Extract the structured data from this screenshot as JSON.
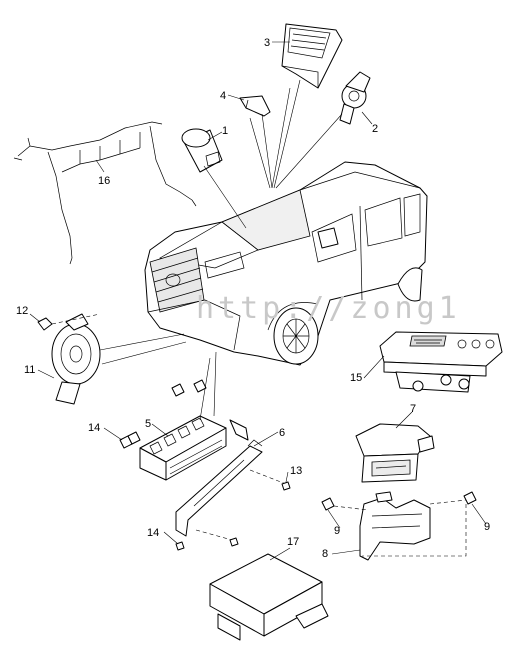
{
  "callouts": [
    "1",
    "2",
    "3",
    "4",
    "5",
    "6",
    "7",
    "8",
    "9",
    "9",
    "11",
    "12",
    "13",
    "14",
    "14",
    "15",
    "16",
    "17"
  ],
  "watermark": "http://zong1"
}
